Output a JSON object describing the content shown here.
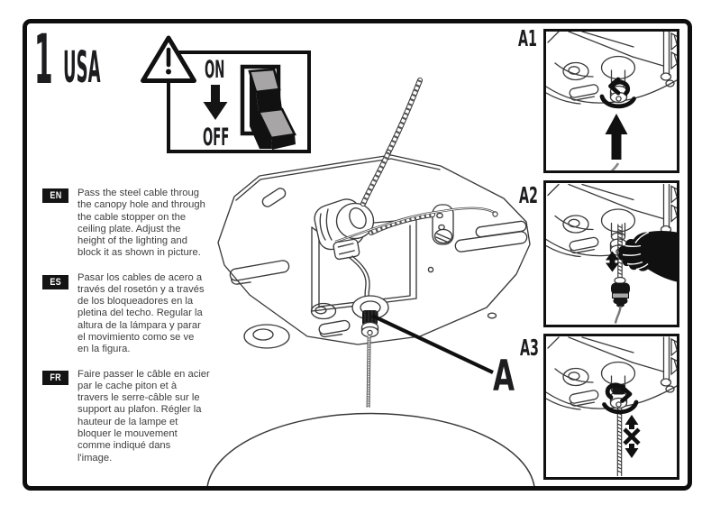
{
  "page": {
    "step_number": "1",
    "region": "USA"
  },
  "warning": {
    "on_label": "ON",
    "off_label": "OFF",
    "triangle_icon": "warning-triangle-icon",
    "arrow_icon": "down-arrow-icon",
    "switch_icon": "rocker-switch-off-icon"
  },
  "instructions": [
    {
      "lang": "EN",
      "text": "Pass the steel cable throug\nthe canopy hole and through\nthe cable stopper on the\nceiling plate. Adjust the\nheight of the lighting and\nblock it as shown in picture."
    },
    {
      "lang": "ES",
      "text": "Pasar los cables de acero a\ntravés del rosetón y a través\nde los bloqueadores en la\npletina del techo. Regular la\naltura de la lámpara y parar\nel movimiento como se ve\nen la figura."
    },
    {
      "lang": "FR",
      "text": "Faire passer le câble en acier\npar le cache piton et à\ntravers le serre-câble sur le\nsupport au plafon. Régler la\nhauteur de la lampe et\nbloquer le mouvement\ncomme indiqué dans\nl'image."
    }
  ],
  "diagram": {
    "part_label": "A",
    "illustration": "ceiling-plate-with-steel-cable-and-canopy"
  },
  "panels": [
    {
      "label": "A1",
      "depicts": "insert-steel-cable-into-stopper-loosen-counterclockwise"
    },
    {
      "label": "A2",
      "depicts": "adjust-cable-height-by-hand"
    },
    {
      "label": "A3",
      "depicts": "tighten-stopper-clockwise-cable-locked"
    }
  ],
  "colors": {
    "ink": "#101010",
    "line_art": "#3a3a3a",
    "text": "#3e3e3e",
    "switch_gray": "#a7a5a6"
  }
}
